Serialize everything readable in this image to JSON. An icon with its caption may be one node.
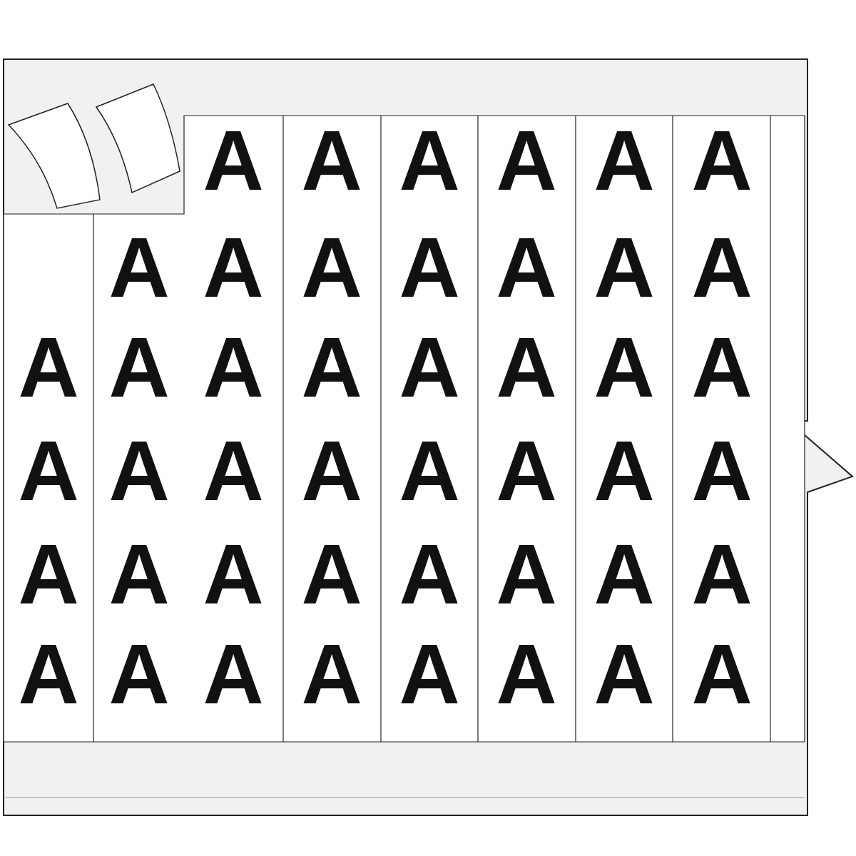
{
  "diagram": {
    "labels": [
      "A",
      "A",
      "A",
      "A",
      "A",
      "A",
      "A",
      "A",
      "A",
      "A",
      "A",
      "A",
      "A",
      "A",
      "A",
      "A",
      "A",
      "A",
      "A",
      "A",
      "A",
      "A",
      "A",
      "A",
      "A",
      "A",
      "A",
      "A",
      "A",
      "A",
      "A",
      "A",
      "A",
      "A",
      "A",
      "A",
      "A",
      "A",
      "A",
      "A",
      "A",
      "A",
      "A",
      "A",
      "A"
    ]
  }
}
